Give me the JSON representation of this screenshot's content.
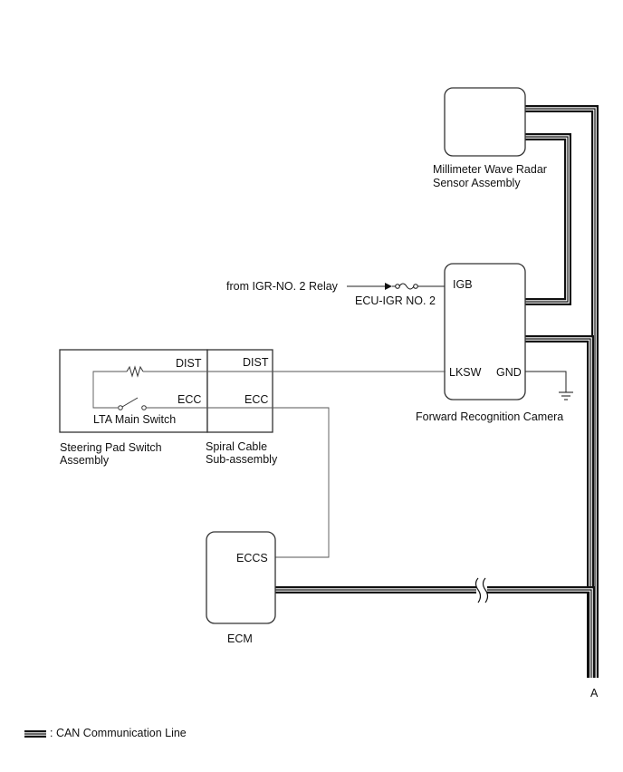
{
  "components": {
    "radar": {
      "line1": "Millimeter Wave Radar",
      "line2": "Sensor Assembly"
    },
    "camera": {
      "label": "Forward Recognition Camera",
      "pins": {
        "igb": "IGB",
        "lksw": "LKSW",
        "gnd": "GND"
      }
    },
    "steering_pad": {
      "line1": "Steering Pad Switch",
      "line2": "Assembly",
      "pins": {
        "dist": "DIST",
        "ecc": "ECC"
      },
      "switch_label": "LTA Main Switch"
    },
    "spiral_cable": {
      "line1": "Spiral Cable",
      "line2": "Sub-assembly",
      "pins": {
        "dist": "DIST",
        "ecc": "ECC"
      }
    },
    "ecm": {
      "label": "ECM",
      "pins": {
        "eccs": "ECCS"
      }
    }
  },
  "power": {
    "source": "from IGR-NO. 2 Relay",
    "fuse": "ECU-IGR NO. 2"
  },
  "connector_label": "A",
  "legend": {
    "text": ": CAN Communication Line"
  },
  "colors": {
    "line": "#222222",
    "box_stroke": "#333333"
  }
}
